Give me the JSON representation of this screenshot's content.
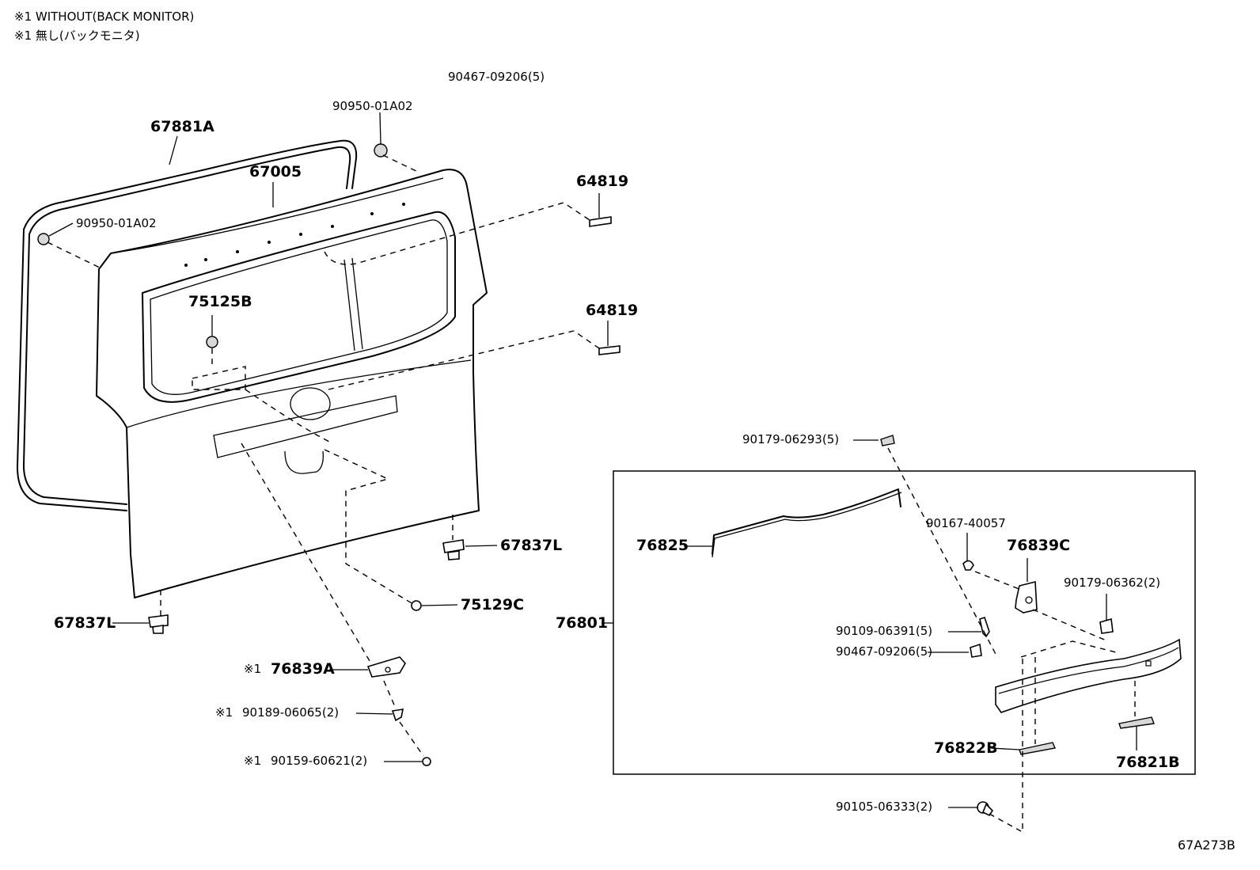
{
  "notes": {
    "line1": "※1 WITHOUT(BACK MONITOR)",
    "line2": "※1 無し(バックモニタ)"
  },
  "diagram_code": "67A273B",
  "labels": {
    "p90467_top": "90467-09206(5)",
    "p90950_top": "90950-01A02",
    "p67881A": "67881A",
    "p67005": "67005",
    "p64819_a": "64819",
    "p90950_left": "90950-01A02",
    "p75125B": "75125B",
    "p64819_b": "64819",
    "p67837L_r": "67837L",
    "p67837L_l": "67837L",
    "p75129C": "75129C",
    "p76839A": "76839A",
    "p90189": "90189-06065(2)",
    "p90159": "90159-60621(2)",
    "p90179_5": "90179-06293(5)",
    "p76825": "76825",
    "p90167": "90167-40057",
    "p76839C": "76839C",
    "p90179_2": "90179-06362(2)",
    "p76801": "76801",
    "p90109": "90109-06391(5)",
    "p90467_inner": "90467-09206(5)",
    "p76822B": "76822B",
    "p76821B": "76821B",
    "p90105": "90105-06333(2)"
  },
  "marks": {
    "m76839A": "※1",
    "m90189": "※1",
    "m90159": "※1"
  }
}
